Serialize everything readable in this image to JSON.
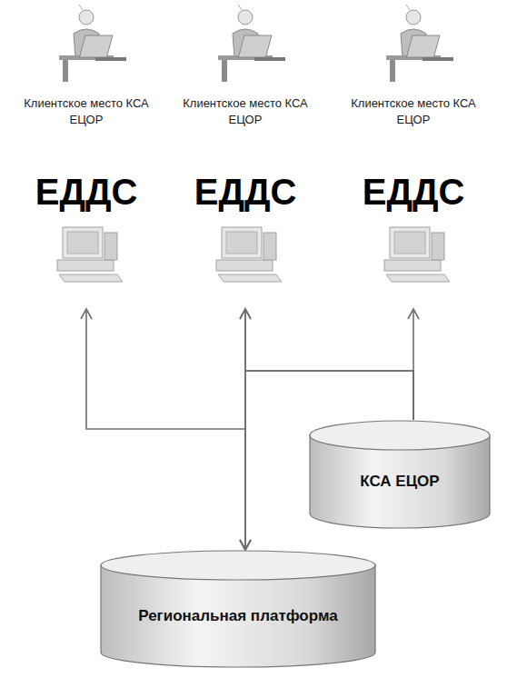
{
  "diagram": {
    "nodes": [
      {
        "text": [
          "Клиентское место КСА ЕЦОР",
          "ЕДДС"
        ]
      },
      {
        "text": [
          "Клиентское место КСА ЕЦОР",
          "ЕДДС"
        ]
      },
      {
        "text": [
          "Клиентское место КСА ЕЦОР",
          "ЕДДС"
        ]
      },
      {
        "text": [
          "КСА ЕЦОР"
        ]
      },
      {
        "text": [
          "Региональная платформа"
        ]
      }
    ],
    "edges": [
      {
        "from": 4,
        "to": 0,
        "arrow": "both"
      },
      {
        "from": 4,
        "to": 1,
        "arrow": "both"
      },
      {
        "from": 3,
        "to": 2,
        "arrow": "to"
      },
      {
        "from": 3,
        "to": 1,
        "arrow": "to"
      },
      {
        "from": 3,
        "to": 4,
        "arrow": "to"
      }
    ]
  }
}
